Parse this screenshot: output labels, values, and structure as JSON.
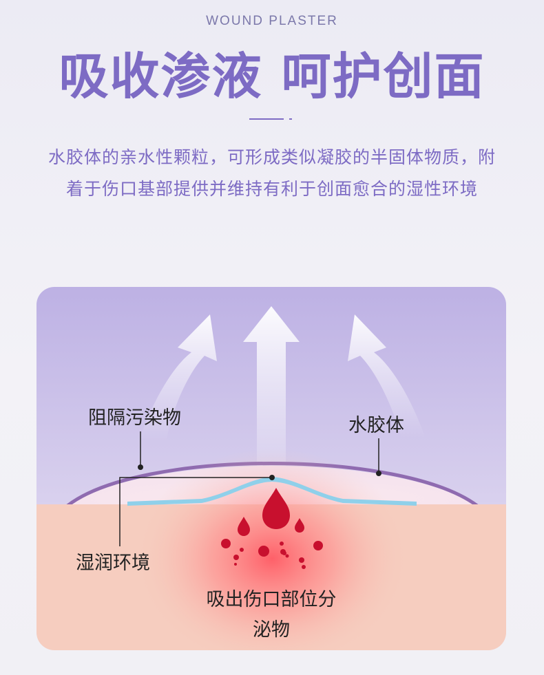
{
  "header": {
    "subtitle_en": "WOUND PLASTER",
    "headline": "吸收渗液 呵护创面",
    "description": "水胶体的亲水性颗粒，可形成类似凝胶的半固体物质，附着于伤口基部提供并维持有利于创面愈合的湿性环境"
  },
  "diagram": {
    "labels": {
      "block_contaminants": "阻隔污染物",
      "hydrocolloid": "水胶体",
      "moist_environment": "湿润环境",
      "absorb_exudate": "吸出伤口部位分泌物"
    }
  },
  "colors": {
    "accent": "#7d6bc4",
    "skin": "#f6cdbf",
    "blood": "#d41e2e",
    "gel_blue": "#8fd0ea"
  }
}
